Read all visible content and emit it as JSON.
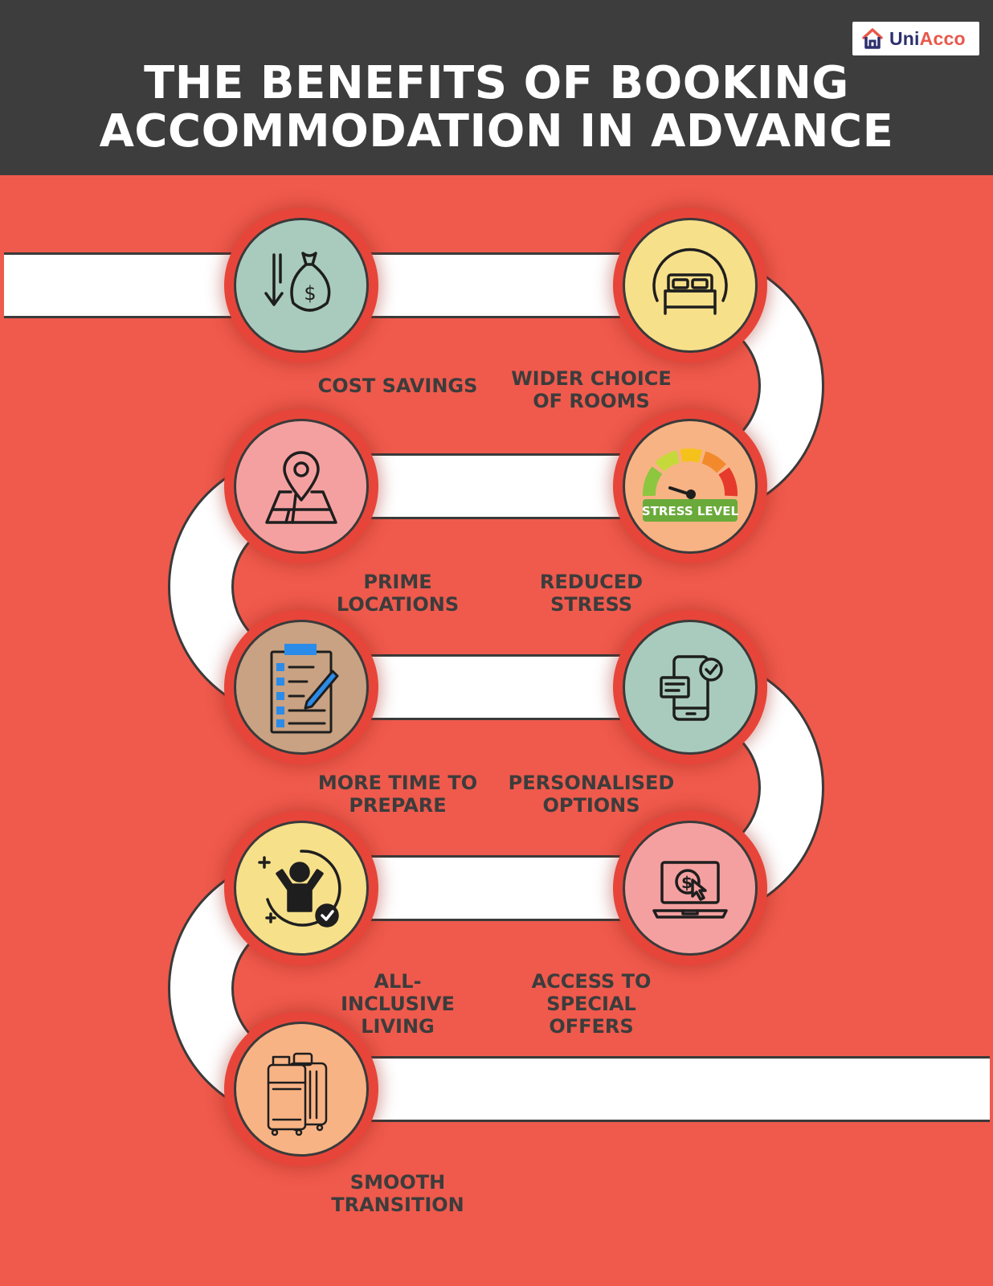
{
  "header": {
    "title": "THE BENEFITS OF BOOKING\nACCOMMODATION IN ADVANCE",
    "logo": {
      "part1": "Uni",
      "part2": "Acco",
      "icon": "house-logo-icon"
    }
  },
  "colors": {
    "background": "#ef5a4c",
    "header": "#3d3d3d",
    "path": "#ffffff",
    "text": "#3c3c3c",
    "teal": "#a9cbbd",
    "yellow": "#f7e08a",
    "pink": "#f5a0a0",
    "peach": "#f8b384",
    "tan": "#c8a283"
  },
  "benefits": [
    {
      "label": "COST SAVINGS",
      "icon": "money-bag-down-arrow-icon"
    },
    {
      "label": "WIDER CHOICE\nOF ROOMS",
      "icon": "bed-icon"
    },
    {
      "label": "PRIME\nLOCATIONS",
      "icon": "map-pin-icon"
    },
    {
      "label": "REDUCED\nSTRESS",
      "icon": "stress-gauge-icon",
      "icon_text": "STRESS LEVEL"
    },
    {
      "label": "MORE TIME TO\nPREPARE",
      "icon": "checklist-icon"
    },
    {
      "label": "PERSONALISED\nOPTIONS",
      "icon": "phone-check-icon"
    },
    {
      "label": "ALL-\nINCLUSIVE\nLIVING",
      "icon": "happy-person-icon"
    },
    {
      "label": "ACCESS TO\nSPECIAL\nOFFERS",
      "icon": "laptop-offer-icon"
    },
    {
      "label": "SMOOTH\nTRANSITION",
      "icon": "luggage-icon"
    }
  ]
}
